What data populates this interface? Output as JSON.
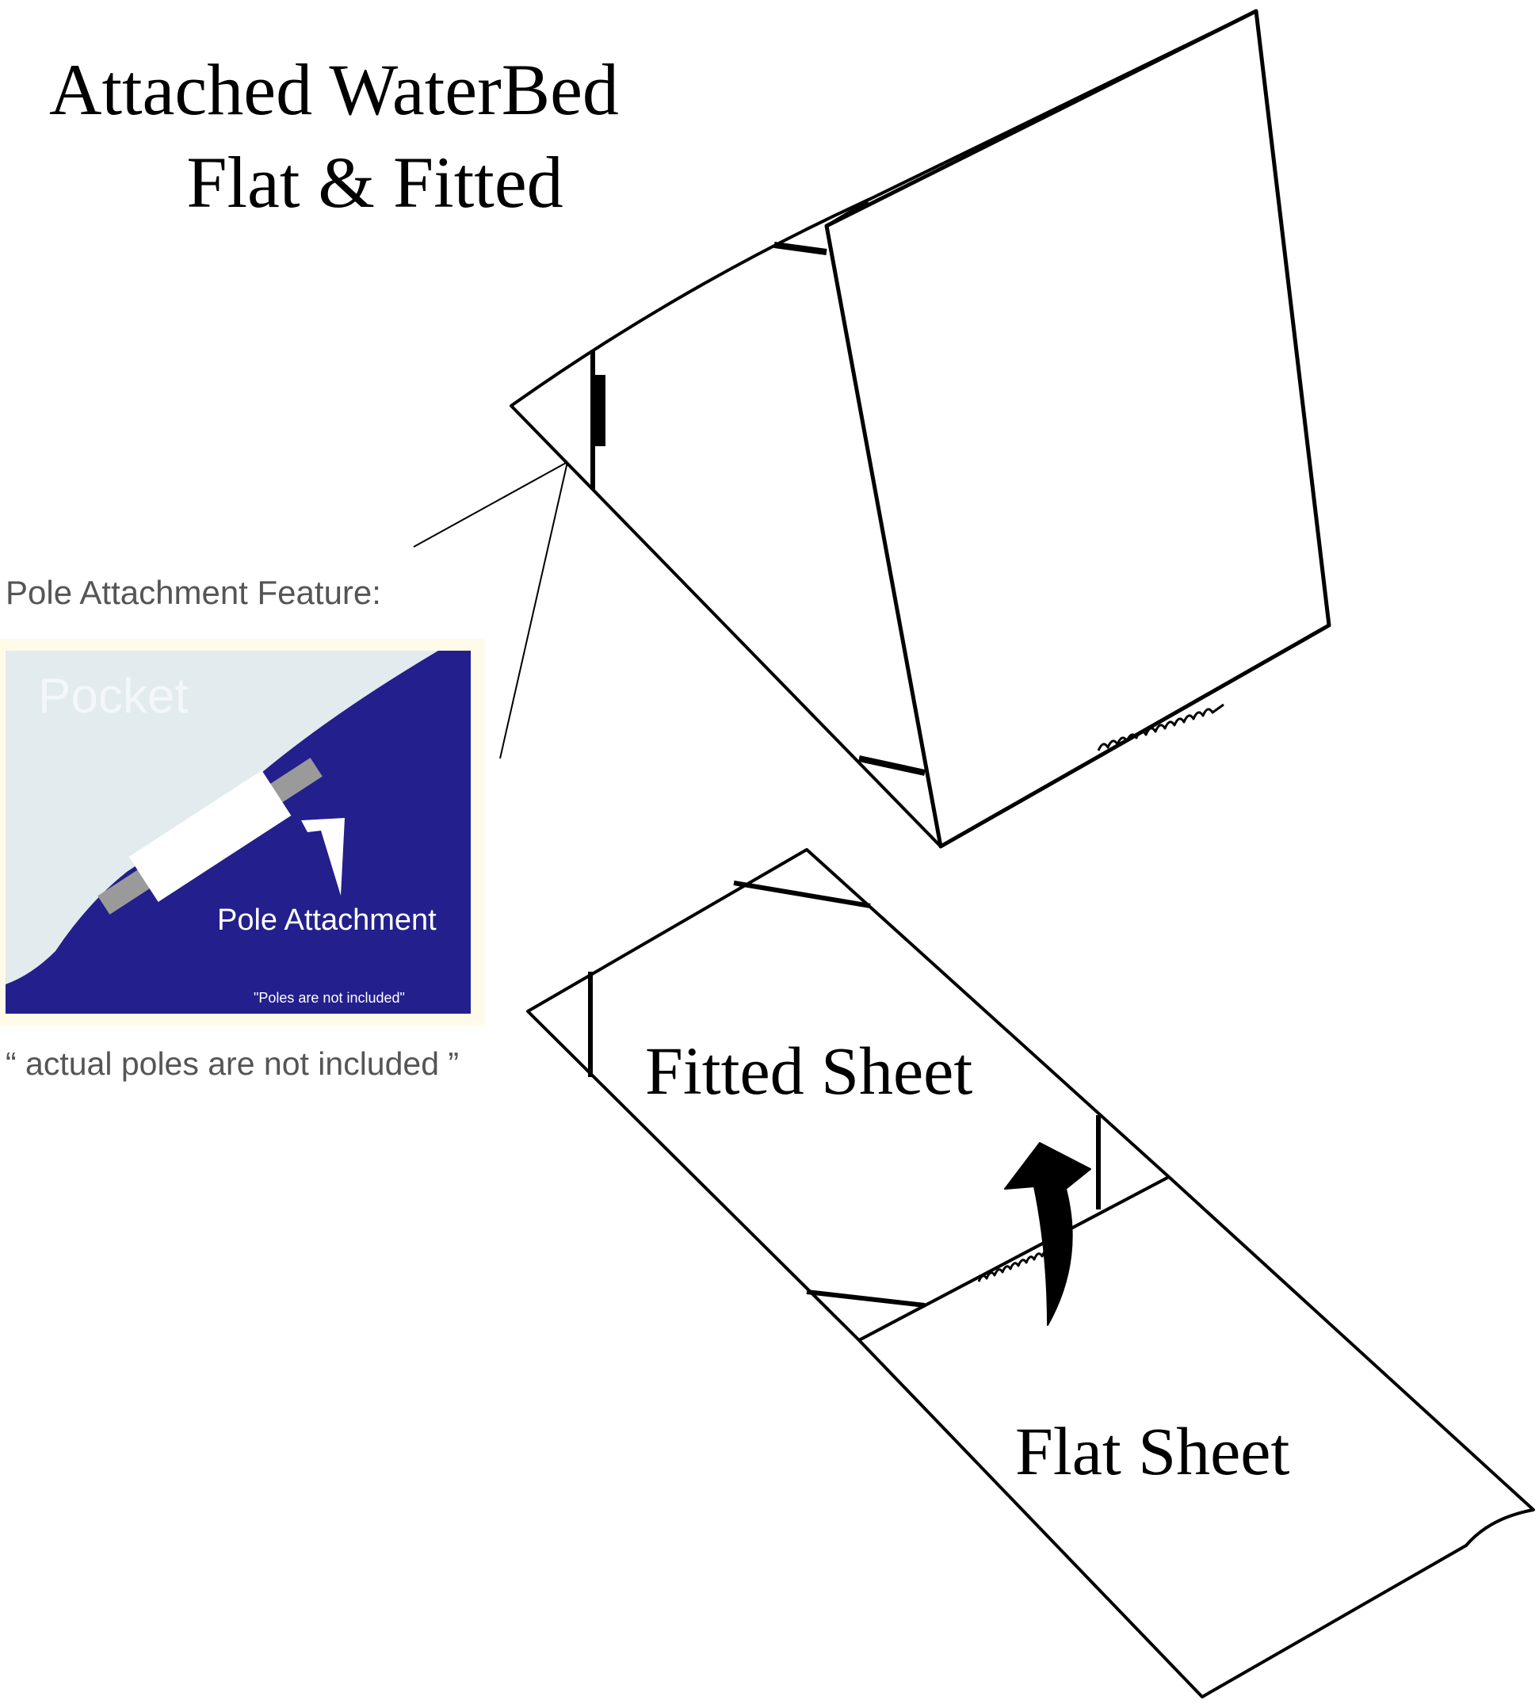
{
  "title": {
    "line1": "Attached WaterBed",
    "line2": "Flat & Fitted"
  },
  "feature": {
    "heading": "Pole Attachment Feature:",
    "pocket_label": "Pocket",
    "pole_label": "Pole Attachment",
    "note": "\"Poles are not included\"",
    "caption": "“ actual poles are not included ”"
  },
  "labels": {
    "fitted_sheet": "Fitted Sheet",
    "flat_sheet": "Flat Sheet"
  },
  "colors": {
    "inset_blue": "#231f8c",
    "inset_light": "#e2ebee",
    "caption_gray": "#555555"
  }
}
